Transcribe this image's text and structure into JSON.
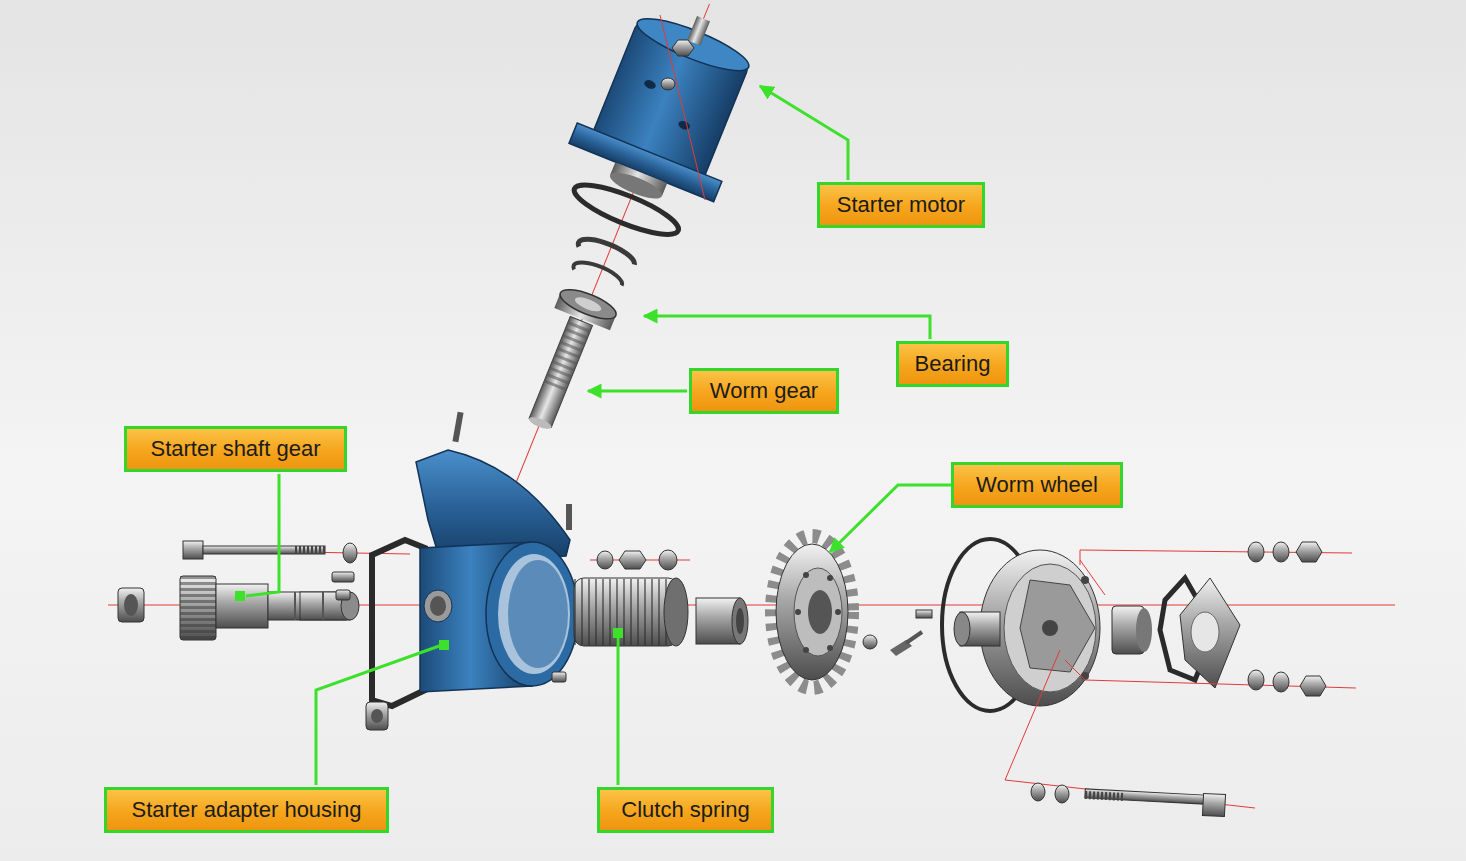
{
  "diagram": {
    "nodes": [
      {
        "text": [
          "Starter motor"
        ]
      },
      {
        "text": [
          "Bearing"
        ]
      },
      {
        "text": [
          "Worm gear"
        ]
      },
      {
        "text": [
          "Starter shaft gear"
        ]
      },
      {
        "text": [
          "Worm wheel"
        ]
      },
      {
        "text": [
          "Starter adapter housing"
        ]
      },
      {
        "text": [
          "Clutch spring"
        ]
      }
    ]
  }
}
